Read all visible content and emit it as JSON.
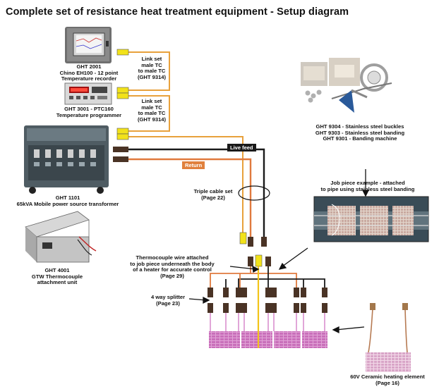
{
  "title": "Complete set of resistance heat treatment equipment - Setup diagram",
  "equipment": {
    "recorder": [
      "GHT 2001",
      "Chino EH100 - 12 point",
      "Temperature recorder"
    ],
    "programmer": [
      "GHT 3001 - PTC160",
      "Temperature programmer"
    ],
    "transformer": [
      "GHT 1101",
      "65kVA Mobile power source transformer"
    ],
    "tc_unit": [
      "GHT 4001",
      "GTW Thermocouple",
      "attachment unit"
    ],
    "banding": [
      "GHT 9304 - Stainless steel buckles",
      "GHT 9303 - Stainless steel banding",
      "GHT 9301 - Banding machine"
    ]
  },
  "annotations": {
    "link_set_1": [
      "Link set",
      "male TC",
      "to male TC",
      "(GHT 9314)"
    ],
    "link_set_2": [
      "Link set",
      "male TC",
      "to male TC",
      "(GHT 9314)"
    ],
    "live_feed": "Live feed",
    "return": "Return",
    "triple_cable": [
      "Triple cable set",
      "(Page 22)"
    ],
    "job_piece": [
      "Job piece example - attached",
      "to pipe using stainless steel banding"
    ],
    "tc_wire": [
      "Thermocouple wire attached",
      "to job piece underneath the body",
      "of a heater for accurate control",
      "(Page 29)"
    ],
    "splitter": [
      "4 way splitter",
      "(Page 23)"
    ],
    "heating_element": [
      "60V Ceramic heating element",
      "(Page 16)"
    ]
  },
  "colors": {
    "tc_cable": "#e8a13c",
    "live_cable": "#1a1a1a",
    "return_cable": "#e07a3e",
    "connector_yellow": "#f2e21a",
    "connector_dark": "#4a3325",
    "heater_pink": "#d47fc7",
    "tag_live": "#1a1a1a",
    "tag_return": "#e0803c"
  }
}
